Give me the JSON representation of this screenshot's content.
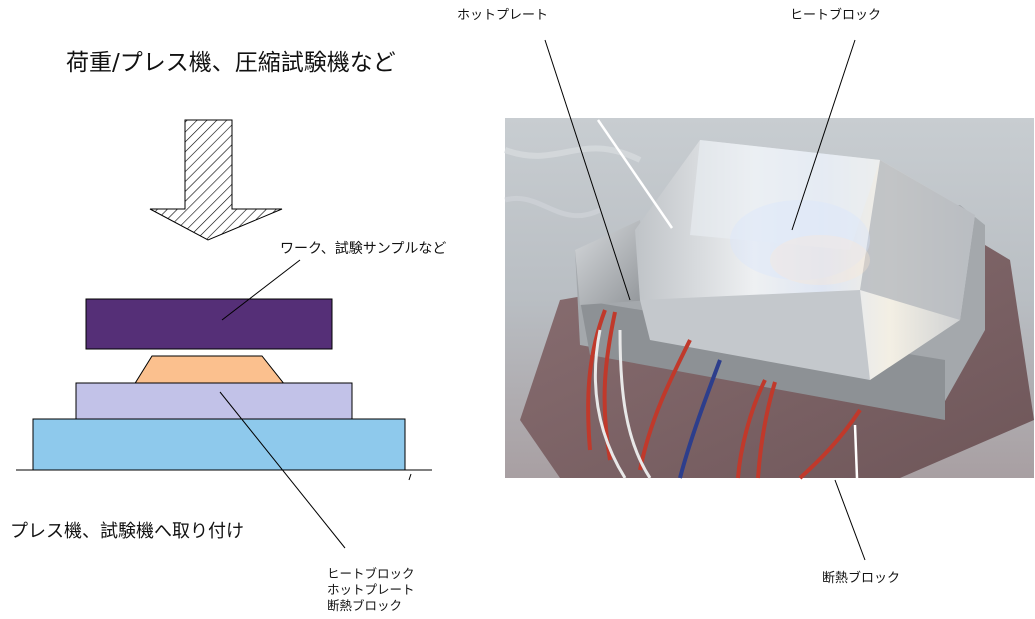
{
  "title": "荷重/プレス機、圧縮試験機など",
  "bottom_caption": "プレス機、試験機へ取り付け",
  "work_label": "ワーク、試験サンプルなど",
  "layers_label": "ヒートブロック\nホットプレート\n断熱ブロック",
  "photo_labels": {
    "hotplate": "ホットプレート",
    "heat_block": "ヒートブロック",
    "insulation_block": "断熱ブロック"
  },
  "colors": {
    "work_piece": "#552f77",
    "heat_block": "#fbc08e",
    "hot_plate": "#c2c2e8",
    "insulation_block": "#8ec9ec",
    "arrow_hatch": "#000000"
  }
}
